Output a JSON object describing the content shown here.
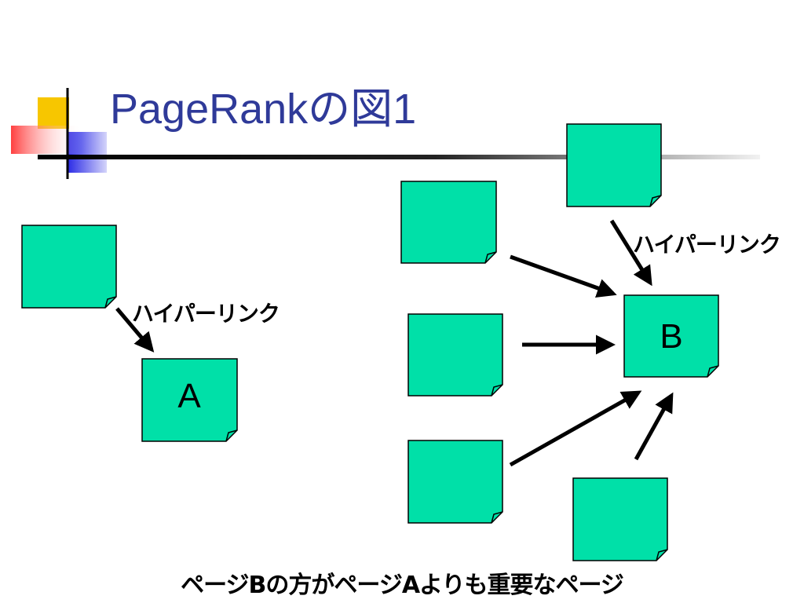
{
  "slide": {
    "title": "PageRankの図1",
    "caption": "ページBの方がページAよりも重要なページ"
  },
  "diagram": {
    "page_a_label": "A",
    "page_b_label": "B",
    "link_label_left": "ハイパーリンク",
    "link_label_right": "ハイパーリンク"
  },
  "colors": {
    "title": "#2f3a99",
    "page_fill": "#00e0a8",
    "page_stroke": "#000000",
    "logo_yellow": "#f7c600",
    "logo_red": "#ff3a3a",
    "logo_blue": "#3636e6"
  }
}
